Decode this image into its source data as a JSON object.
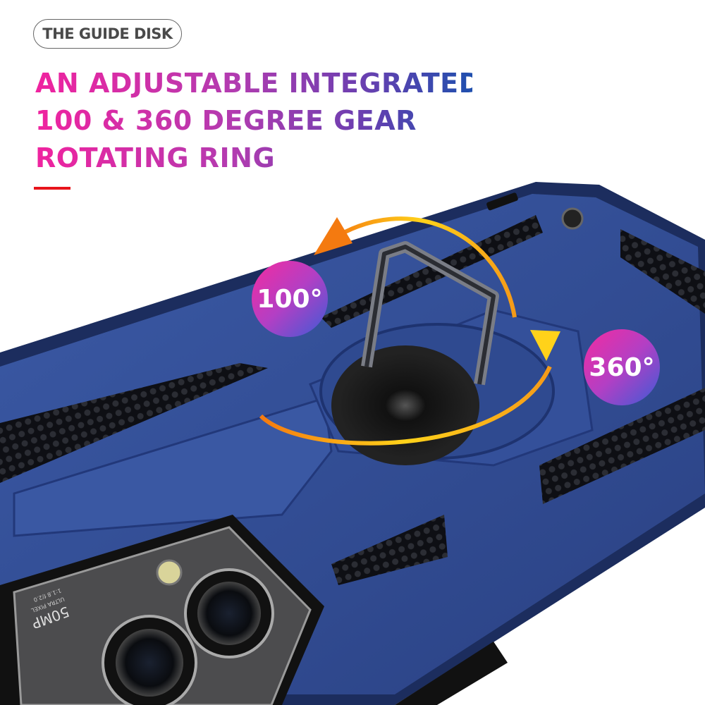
{
  "tag": "THE GUIDE DISK",
  "headline": [
    "AN ADJUSTABLE INTEGRATED",
    "100 & 360 DEGREE GEAR",
    "ROTATING RING"
  ],
  "badges": {
    "angle_small": "100°",
    "angle_full": "360°"
  },
  "camera": {
    "label": "50MP",
    "sublabel": "ULTRA PIXEL",
    "aperture": "1:1.8 f/2.0"
  },
  "colors": {
    "case": "#2e4a8e",
    "accent_red": "#e8141b",
    "arrow": "#f7a21b"
  }
}
